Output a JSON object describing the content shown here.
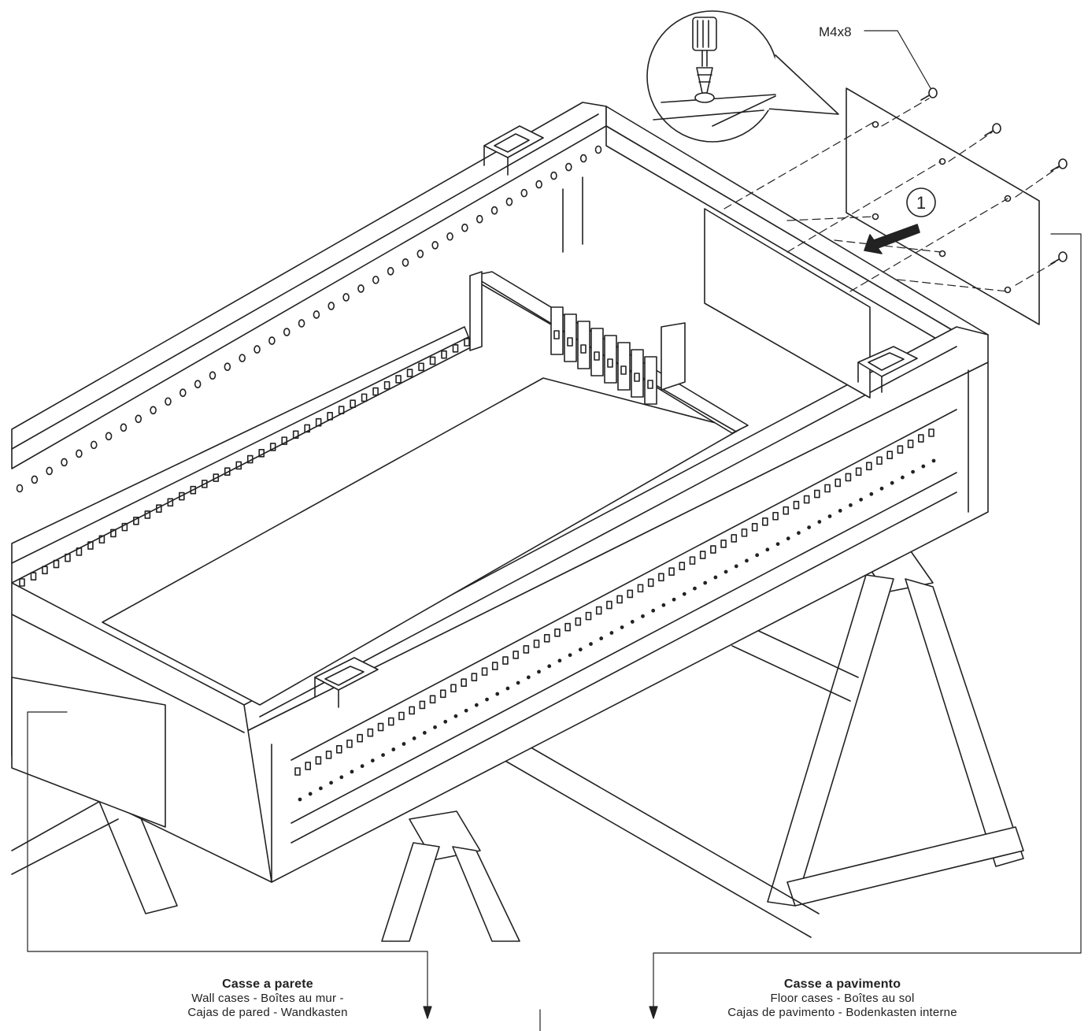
{
  "callouts": {
    "screw_label": "M4x8",
    "step_number": "1"
  },
  "captions": {
    "wall": {
      "title": "Casse a parete",
      "line1": "Wall cases - Boîtes au mur -",
      "line2": "Cajas de pared - Wandkasten"
    },
    "floor": {
      "title": "Casse a pavimento",
      "line1": "Floor cases - Boîtes au sol",
      "line2": "Cajas de pavimento - Bodenkasten interne"
    }
  },
  "colors": {
    "line": "#222222",
    "paper": "#ffffff"
  }
}
